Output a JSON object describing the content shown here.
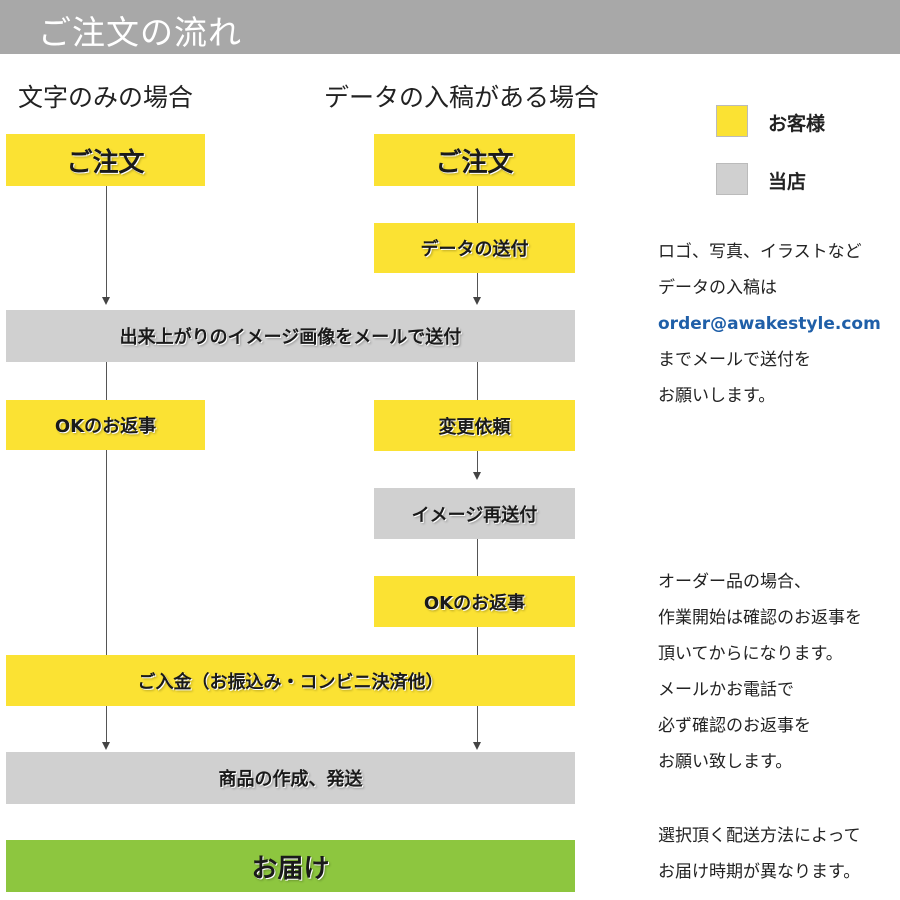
{
  "header": {
    "title": "ご注文の流れ"
  },
  "columns": {
    "left_title": "文字のみの場合",
    "right_title": "データの入稿がある場合"
  },
  "flow": {
    "order_left": "ご注文",
    "order_right": "ご注文",
    "send_data": "データの送付",
    "send_image": "出来上がりのイメージ画像をメールで送付",
    "ok_reply_left": "OKのお返事",
    "change_request": "変更依頼",
    "resend_image": "イメージ再送付",
    "ok_reply_right": "OKのお返事",
    "payment": "ご入金（お振込み・コンビニ決済他）",
    "production": "商品の作成、発送",
    "delivery": "お届け"
  },
  "legend": {
    "customer": "お客様",
    "store": "当店",
    "customer_color": "#fbe233",
    "store_color": "#d0d0d0"
  },
  "notes": {
    "data_note": {
      "line1": "ロゴ、写真、イラストなど",
      "line2": "データの入稿は",
      "email": "order@awakestyle.com",
      "line3": "までメールで送付を",
      "line4": "お願いします。"
    },
    "order_note": {
      "line1": "オーダー品の場合、",
      "line2": "作業開始は確認のお返事を",
      "line3": "頂いてからになります。",
      "line4": "メールかお電話で",
      "line5": "必ず確認のお返事を",
      "line6": "お願い致します。"
    },
    "shipping_note": {
      "line1": "選択頂く配送方法によって",
      "line2": "お届け時期が異なります。"
    }
  }
}
